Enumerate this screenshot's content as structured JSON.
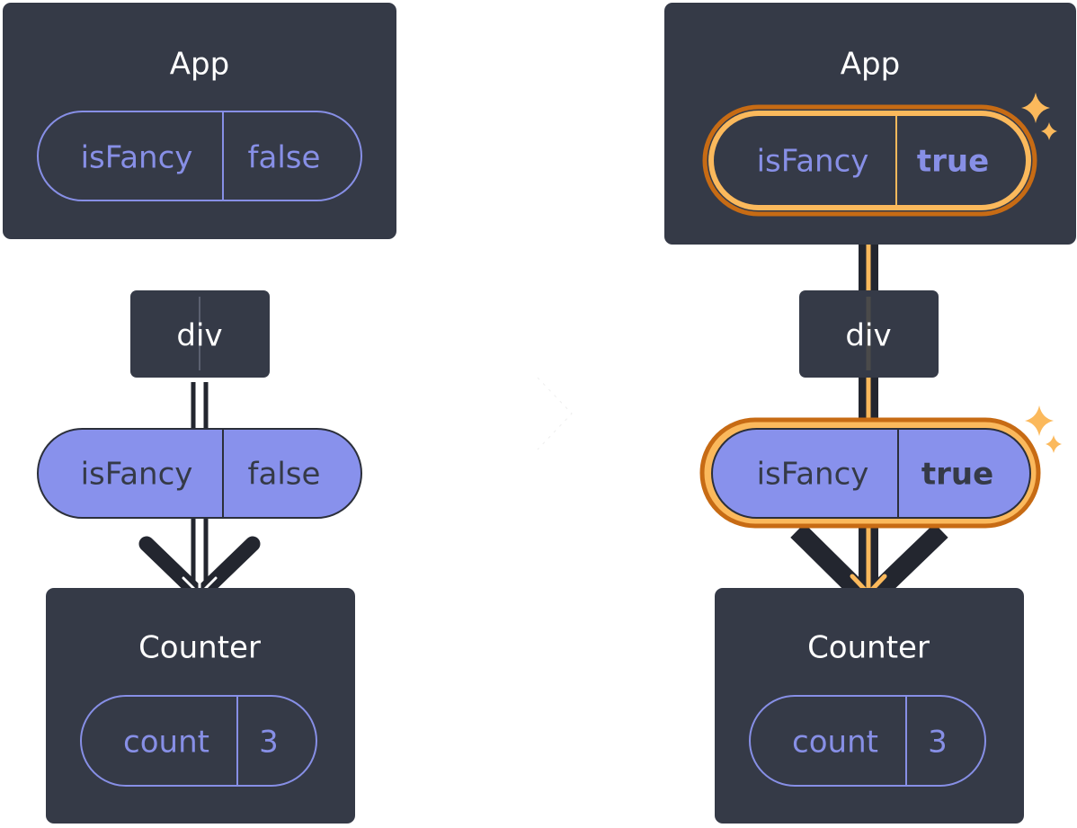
{
  "colors": {
    "box": "#353a47",
    "outline": "#878fe6",
    "filled_pill": "#8891ec",
    "dark_text": "#353a47",
    "highlight": "#fbb95c",
    "highlight_dark": "#c76b14",
    "arrow": "#23262f"
  },
  "left": {
    "app": {
      "title": "App",
      "state": {
        "name": "isFancy",
        "value": "false"
      }
    },
    "div": {
      "title": "div"
    },
    "prop": {
      "name": "isFancy",
      "value": "false"
    },
    "counter": {
      "title": "Counter",
      "state": {
        "name": "count",
        "value": "3"
      }
    }
  },
  "right": {
    "app": {
      "title": "App",
      "state": {
        "name": "isFancy",
        "value": "true"
      }
    },
    "div": {
      "title": "div"
    },
    "prop": {
      "name": "isFancy",
      "value": "true"
    },
    "counter": {
      "title": "Counter",
      "state": {
        "name": "count",
        "value": "3"
      }
    }
  },
  "icons": [
    "sparkle-icon",
    "arrow-right-icon",
    "arrow-down-icon"
  ]
}
